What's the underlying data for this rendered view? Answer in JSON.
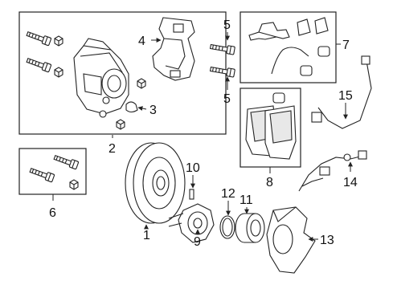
{
  "callouts": {
    "c1": "1",
    "c2": "2",
    "c3": "3",
    "c4": "4",
    "c5a": "5",
    "c5b": "5",
    "c6": "6",
    "c7": "7",
    "c8": "8",
    "c9": "9",
    "c10": "10",
    "c11": "11",
    "c12": "12",
    "c13": "13",
    "c14": "14",
    "c15": "15"
  }
}
